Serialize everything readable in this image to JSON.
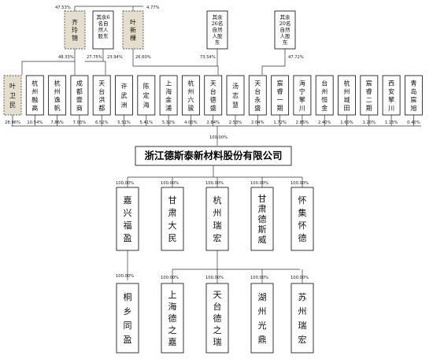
{
  "top_people": [
    {
      "id": "qi",
      "name": "齐玲锦",
      "highlight": true
    },
    {
      "id": "others6",
      "name": "其余6名自然人股东",
      "highlight": false
    },
    {
      "id": "ye",
      "name": "叶新棵",
      "highlight": true
    },
    {
      "id": "others26",
      "name": "其余26名自然人股东",
      "highlight": false
    },
    {
      "id": "others20",
      "name": "其余20名自然人股东",
      "highlight": false
    }
  ],
  "top_percents": {
    "qi_top": "47.53%",
    "qi_bottom": "48.33%",
    "others6_left": "27.75%",
    "others6_right": "23.94%",
    "ye_top": "4.77%",
    "ye_bottom": "26.60%",
    "others26_bottom": "73.54%",
    "others20_bottom": "47.72%"
  },
  "shareholders": [
    {
      "name": "叶卫民",
      "pct": "28.96%",
      "highlight": true
    },
    {
      "name": "杭州融高",
      "pct": "10.54%"
    },
    {
      "name": "杭州逸帆",
      "pct": "7.86%"
    },
    {
      "name": "成都壹商",
      "pct": "7.03%"
    },
    {
      "name": "天台洪都",
      "pct": "6.52%"
    },
    {
      "name": "许武洲",
      "pct": "5.51%"
    },
    {
      "name": "陈定海",
      "pct": "5.41%"
    },
    {
      "name": "上海金浦",
      "pct": "5.32%"
    },
    {
      "name": "杭州六骏",
      "pct": "4.00%"
    },
    {
      "name": "天台德盛",
      "pct": "2.84%"
    },
    {
      "name": "汤志慧",
      "pct": "2.53%"
    },
    {
      "name": "天台永盛",
      "pct": "2.04%"
    },
    {
      "name": "宸睿一期",
      "pct": "1.72%"
    },
    {
      "name": "海宁擎川",
      "pct": "2.85%"
    },
    {
      "name": "台州恒金",
      "pct": "2.40%"
    },
    {
      "name": "杭州城田",
      "pct": "1.60%"
    },
    {
      "name": "宸睿二期",
      "pct": "1.20%"
    },
    {
      "name": "西安擎川",
      "pct": "1.15%"
    },
    {
      "name": "青岛宸旭",
      "pct": "0.40%"
    }
  ],
  "company": {
    "name": "浙江德斯泰新材料股份有限公司",
    "top_pct": "100.00%"
  },
  "subsidiaries": [
    {
      "name": "嘉兴福盈",
      "pct": "100.00%"
    },
    {
      "name": "甘肃大民",
      "pct": "100.00%"
    },
    {
      "name": "杭州瑞宏",
      "pct": "100.00%"
    },
    {
      "name": "甘肃德斯威",
      "pct": "100.00%"
    },
    {
      "name": "怀集怀德",
      "pct": "100.00%"
    }
  ],
  "grand_subsidiaries": [
    {
      "name": "桐乡同盈",
      "pct": "100.00%",
      "parent": 0
    },
    {
      "name": "上海德之嘉",
      "pct": "100.00%",
      "parent": 2
    },
    {
      "name": "天台德之瑞",
      "pct": "100.00%",
      "parent": 2
    },
    {
      "name": "湖州光鼎",
      "pct": "100.00%",
      "parent": 2
    },
    {
      "name": "苏州瑞宏",
      "pct": "100.00%",
      "parent": 2
    }
  ]
}
